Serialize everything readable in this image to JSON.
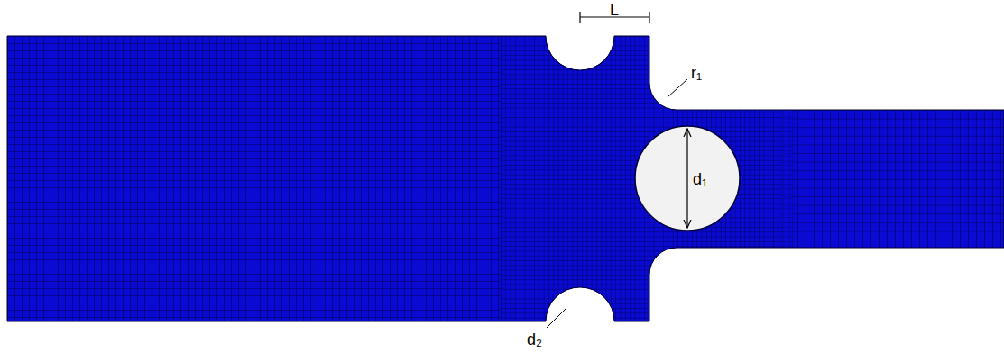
{
  "diagram": {
    "labels": [
      "L",
      "r₁",
      "d₁",
      "d₂"
    ]
  }
}
